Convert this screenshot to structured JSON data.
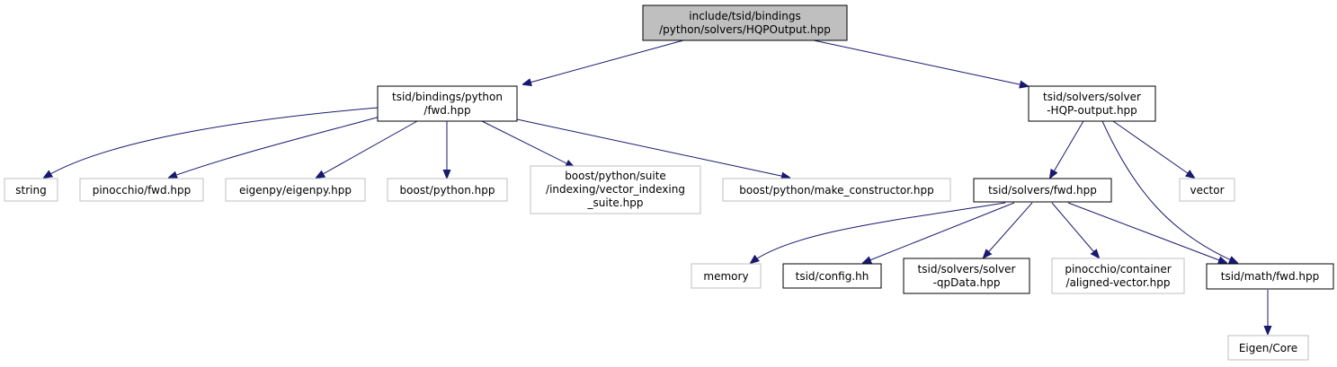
{
  "graph": {
    "root_color": "#bfbfbf",
    "edge_color": "#191970",
    "external_border": "#bfbfbf",
    "internal_border": "#000000",
    "nodes": [
      {
        "id": "root",
        "lines": [
          "include/tsid/bindings",
          "/python/solvers/HQPOutput.hpp"
        ],
        "kind": "root"
      },
      {
        "id": "bindings-fwd",
        "lines": [
          "tsid/bindings/python",
          "/fwd.hpp"
        ],
        "kind": "internal"
      },
      {
        "id": "solver-output",
        "lines": [
          "tsid/solvers/solver",
          "-HQP-output.hpp"
        ],
        "kind": "internal"
      },
      {
        "id": "string",
        "lines": [
          "string"
        ],
        "kind": "external"
      },
      {
        "id": "pinocchio-fwd",
        "lines": [
          "pinocchio/fwd.hpp"
        ],
        "kind": "external"
      },
      {
        "id": "eigenpy",
        "lines": [
          "eigenpy/eigenpy.hpp"
        ],
        "kind": "external"
      },
      {
        "id": "boost-python",
        "lines": [
          "boost/python.hpp"
        ],
        "kind": "external"
      },
      {
        "id": "boost-suite",
        "lines": [
          "boost/python/suite",
          "/indexing/vector_indexing",
          "_suite.hpp"
        ],
        "kind": "external"
      },
      {
        "id": "boost-make",
        "lines": [
          "boost/python/make_constructor.hpp"
        ],
        "kind": "external"
      },
      {
        "id": "solvers-fwd",
        "lines": [
          "tsid/solvers/fwd.hpp"
        ],
        "kind": "internal"
      },
      {
        "id": "vector",
        "lines": [
          "vector"
        ],
        "kind": "external"
      },
      {
        "id": "memory",
        "lines": [
          "memory"
        ],
        "kind": "external"
      },
      {
        "id": "config",
        "lines": [
          "tsid/config.hh"
        ],
        "kind": "internal"
      },
      {
        "id": "qpdata",
        "lines": [
          "tsid/solvers/solver",
          "-qpData.hpp"
        ],
        "kind": "internal"
      },
      {
        "id": "aligned-vector",
        "lines": [
          "pinocchio/container",
          "/aligned-vector.hpp"
        ],
        "kind": "external"
      },
      {
        "id": "math-fwd",
        "lines": [
          "tsid/math/fwd.hpp"
        ],
        "kind": "internal"
      },
      {
        "id": "eigen-core",
        "lines": [
          "Eigen/Core"
        ],
        "kind": "external"
      }
    ]
  }
}
